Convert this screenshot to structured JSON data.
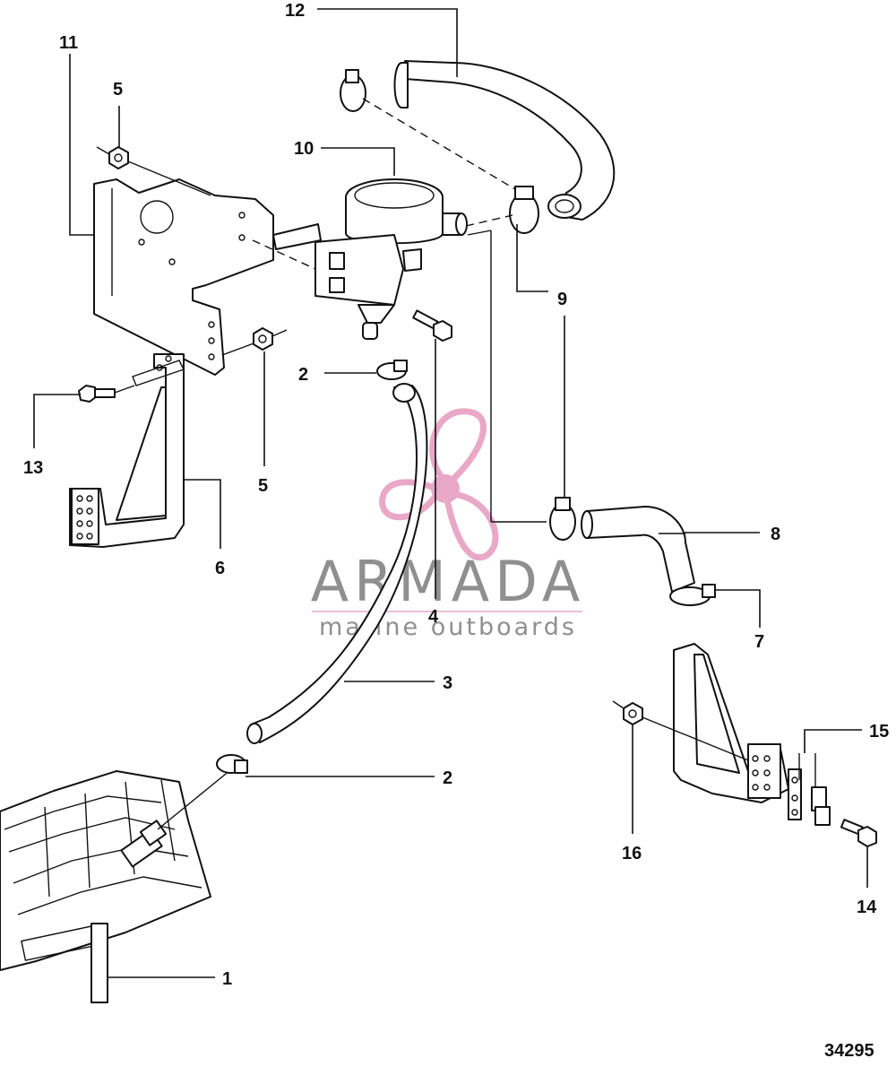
{
  "diagram": {
    "drawing_number": "34295",
    "callouts": [
      "1",
      "2",
      "2",
      "3",
      "4",
      "5",
      "5",
      "6",
      "7",
      "8",
      "9",
      "9",
      "10",
      "11",
      "12",
      "13",
      "14",
      "15",
      "16"
    ]
  },
  "watermark": {
    "brand": "ARMADA",
    "tagline": "marine outboards",
    "colors": {
      "logo": "#e9a8c8",
      "text": "#8f8f8f"
    }
  }
}
